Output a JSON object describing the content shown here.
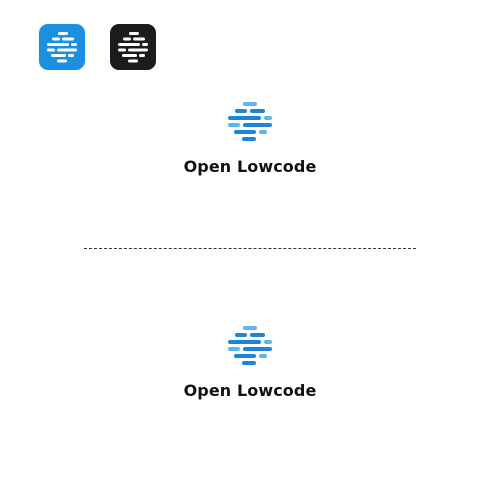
{
  "brand": {
    "name": "Open Lowcode",
    "colors": {
      "primary_blue": "#1a87d6",
      "light_blue": "#5bb8ec",
      "dark_tile": "#1c1c1c",
      "tile_blue": "#1d8fe0",
      "text": "#111111"
    }
  },
  "icons": {
    "blue_tile": "open-lowcode-app-icon-blue",
    "black_tile": "open-lowcode-app-icon-black",
    "logo_mark": "open-lowcode-stripes-logo"
  },
  "logos": [
    {
      "wordmark": "Open Lowcode"
    },
    {
      "wordmark": "Open Lowcode"
    }
  ]
}
